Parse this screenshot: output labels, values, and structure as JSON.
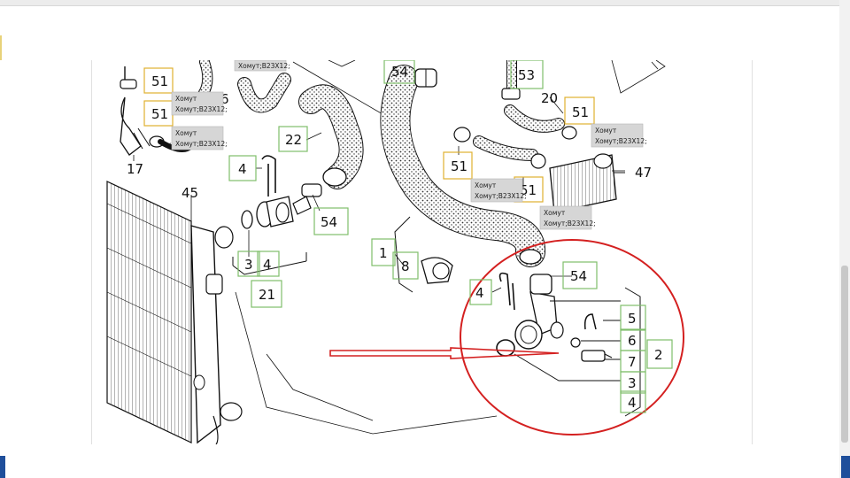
{
  "diagram": {
    "callouts": [
      {
        "id": "c51a",
        "text": "51"
      },
      {
        "id": "c51b",
        "text": "51"
      },
      {
        "id": "c6",
        "text": "6"
      },
      {
        "id": "c17",
        "text": "17"
      },
      {
        "id": "c22",
        "text": "22"
      },
      {
        "id": "c4a",
        "text": "4"
      },
      {
        "id": "c45",
        "text": "45"
      },
      {
        "id": "c54a",
        "text": "54"
      },
      {
        "id": "c54b",
        "text": "54"
      },
      {
        "id": "c53",
        "text": "53"
      },
      {
        "id": "c20",
        "text": "20"
      },
      {
        "id": "c51c",
        "text": "51"
      },
      {
        "id": "c51d",
        "text": "51"
      },
      {
        "id": "c51e",
        "text": "51"
      },
      {
        "id": "c47",
        "text": "47"
      },
      {
        "id": "c3a",
        "text": "3"
      },
      {
        "id": "c4b",
        "text": "4"
      },
      {
        "id": "c21",
        "text": "21"
      },
      {
        "id": "c1",
        "text": "1"
      },
      {
        "id": "c8",
        "text": "8"
      },
      {
        "id": "c54c",
        "text": "54"
      },
      {
        "id": "c4c",
        "text": "4"
      },
      {
        "id": "c5",
        "text": "5"
      },
      {
        "id": "c6b",
        "text": "6"
      },
      {
        "id": "c7",
        "text": "7"
      },
      {
        "id": "c2",
        "text": "2"
      },
      {
        "id": "c3b",
        "text": "3"
      },
      {
        "id": "c4d",
        "text": "4"
      }
    ],
    "tooltips": [
      {
        "id": "t1",
        "lines": [
          "Хомут",
          "Хомут;B23X12;"
        ]
      },
      {
        "id": "t2",
        "lines": [
          "Хомут",
          "Хомут;B23X12;"
        ]
      },
      {
        "id": "t3",
        "lines": [
          "Хомут;B23X12;"
        ]
      },
      {
        "id": "t4",
        "lines": [
          "Хомут",
          "Хомут;B23X12;"
        ]
      },
      {
        "id": "t5",
        "lines": [
          "Хомут",
          "Хомут;B23X12;"
        ]
      },
      {
        "id": "t6",
        "lines": [
          "Хомут",
          "Хомут;B23X12;"
        ]
      }
    ],
    "colors": {
      "callout_border": "#7fbf6a",
      "highlight_border": "#e0b030",
      "circle": "#d42020",
      "arrow": "#d42020",
      "hose_dots": "#333333",
      "tooltip_bg": "#d6d6d6"
    }
  }
}
